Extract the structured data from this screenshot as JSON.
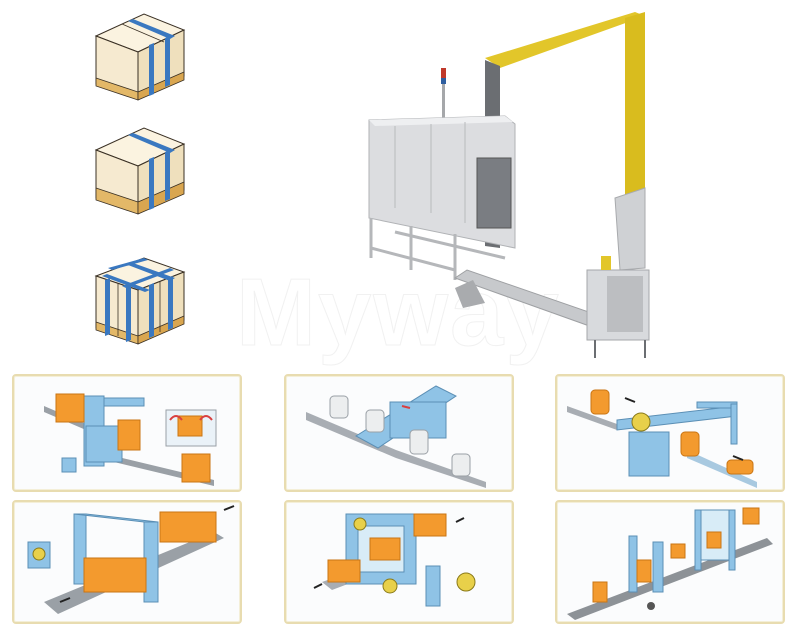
{
  "watermark": {
    "text": "Myway"
  },
  "colors": {
    "box_face": "#f6ead0",
    "box_side": "#efe0bd",
    "pallet": "#e3b868",
    "strap": "#3a78c0",
    "machine_body": "#d9dadc",
    "arch_yellow": "#e2c62a",
    "diagram_blue": "#8fc3e6",
    "diagram_orange": "#f39a2e",
    "panel_border": "#e8dcb0",
    "conveyor_gray": "#9aa0a6"
  },
  "packages": [
    {
      "label": "pallet-two-straps-narrow-boxes",
      "straps": 2
    },
    {
      "label": "pallet-two-straps-single-box",
      "straps": 2
    },
    {
      "label": "pallet-cross-straps-four-boxes",
      "straps": 4
    }
  ],
  "main_machine": {
    "label": "automatic pallet strapping machine with yellow arch"
  },
  "panels": [
    {
      "id": "p1",
      "label": "box strapping line with rotation station"
    },
    {
      "id": "p2",
      "label": "roll/coil strapping line"
    },
    {
      "id": "p3",
      "label": "drum/round package strapping line"
    },
    {
      "id": "p4",
      "label": "large pallet strapping with arch"
    },
    {
      "id": "p5",
      "label": "double-arch carton strapping system"
    },
    {
      "id": "p6",
      "label": "multi-station pallet strapping line"
    }
  ]
}
